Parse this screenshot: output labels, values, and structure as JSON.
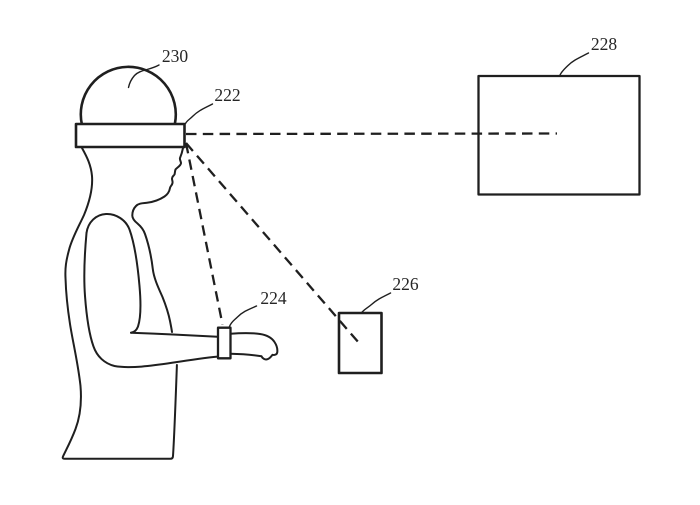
{
  "figure": {
    "colors": {
      "line": "#1f1f1f",
      "background": "#ffffff"
    },
    "labels": {
      "head_mounted_device": "230",
      "hmd_front_sensor": "222",
      "wrist_device": "224",
      "handheld_device": "226",
      "external_display": "228"
    }
  }
}
